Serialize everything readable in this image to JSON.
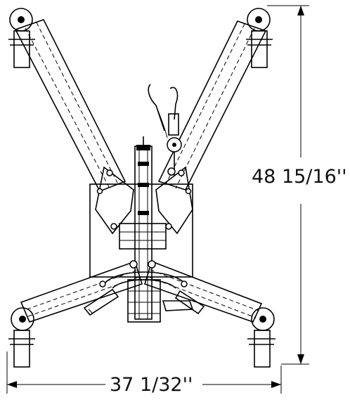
{
  "drawing": {
    "subject": "four-leg caster base technical drawing",
    "dimensions": {
      "height": "48 15/16''",
      "width": "37 1/32''"
    },
    "colors": {
      "line": "#000000",
      "background": "#ffffff"
    }
  }
}
